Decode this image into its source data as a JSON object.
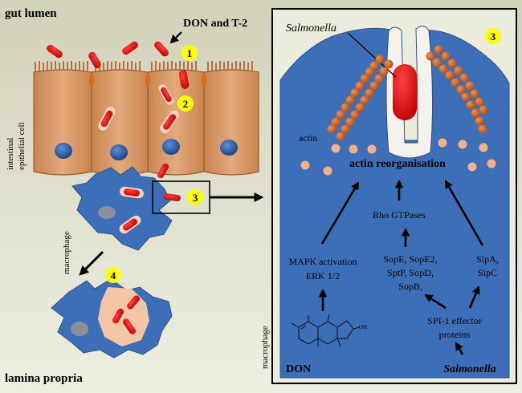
{
  "labels": {
    "gut_lumen": "gut lumen",
    "toxins": "DON and T-2",
    "intestinal_cell": [
      "intestinal",
      "epithelial cell"
    ],
    "macrophage_left": "macrophage",
    "lamina_propria": "lamina propria",
    "macrophage_panel": "macrophage",
    "salmonella_title": "Salmonella",
    "actin": "actin",
    "actin_reorg": "actin reorganisation",
    "rho": "Rho GTPases",
    "mapk": [
      "MAPK activation",
      "ERK 1/2"
    ],
    "sop": [
      "SopE, SopE2,",
      "SptP, SopD,",
      "SopB,"
    ],
    "sip": [
      "SipA,",
      "SipC"
    ],
    "spi": [
      "SPI-1 effector",
      "proteins"
    ],
    "don": "DON",
    "salmonella_bottom": "Salmonella",
    "oh": "OH"
  },
  "steps": [
    "1",
    "2",
    "3",
    "3",
    "4"
  ],
  "colors": {
    "background_top": "#dcdcc6",
    "background_bottom": "#ecece0",
    "cell_fill": "#d89868",
    "cell_stroke": "#a0602c",
    "nucleus": "#2a5aa8",
    "macrophage": "#3d6fb8",
    "bacteria": "#e01818",
    "vacuole": "#f6c8ac",
    "actin_dark": "#d86a2a",
    "actin_light": "#f4b088",
    "step_marker": "#ffff00"
  }
}
